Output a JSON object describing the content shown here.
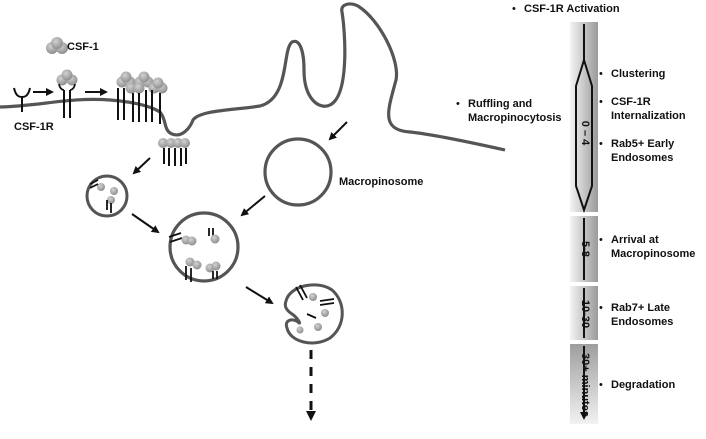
{
  "labels": {
    "csf1": "CSF-1",
    "csf1r": "CSF-1R",
    "macropinosome": "Macropinosome",
    "ruffling_line1": "Ruffling and",
    "ruffling_line2": "Macropinocytosis"
  },
  "timeline": {
    "header": "CSF-1R Activation",
    "segments": [
      {
        "time": "0 – 4"
      },
      {
        "time": "5-8"
      },
      {
        "time": "10-30"
      },
      {
        "time": "30+ minutes"
      }
    ],
    "events": [
      {
        "line1": "Clustering",
        "line2": ""
      },
      {
        "line1": "CSF-1R",
        "line2": "Internalization"
      },
      {
        "line1": "Rab5+ Early",
        "line2": "Endosomes"
      },
      {
        "line1": "Arrival at",
        "line2": "Macropinosome"
      },
      {
        "line1": "Rab7+ Late",
        "line2": "Endosomes"
      },
      {
        "line1": "Degradation",
        "line2": ""
      }
    ]
  },
  "colors": {
    "membrane": "#555555",
    "ligand_dark": "#8a8a8a",
    "ligand_light": "#c8c8c8",
    "receptor": "#111111",
    "bar_light": "#f2f2f2",
    "bar_dark": "#9a9a9a"
  }
}
